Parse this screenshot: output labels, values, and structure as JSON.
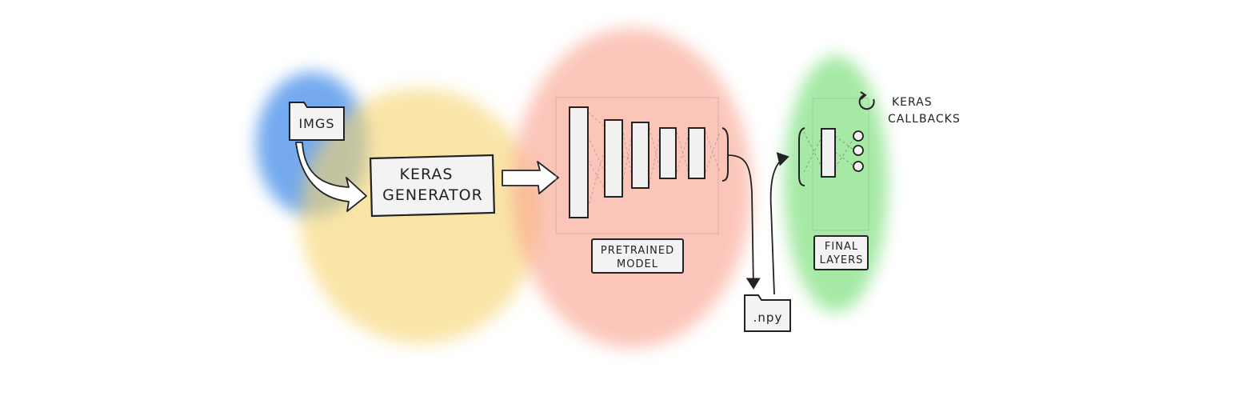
{
  "nodes": {
    "imgs": {
      "label": "IMGS",
      "icon": "folder-icon",
      "color": "#5b9bec"
    },
    "generator": {
      "line1": "KERAS",
      "line2": "GENERATOR",
      "color": "#f6d46e"
    },
    "pretrained": {
      "line1": "PRETRAINED",
      "line2": "MODEL",
      "color": "#f9a08c"
    },
    "npy": {
      "label": ".npy",
      "icon": "folder-icon"
    },
    "final": {
      "line1": "FINAL",
      "line2": "LAYERS",
      "color": "#7fe07f"
    },
    "callbacks": {
      "line1": "KERAS",
      "line2": "CALLBACKS",
      "icon": "refresh-icon"
    }
  },
  "edges": [
    {
      "from": "imgs",
      "to": "generator"
    },
    {
      "from": "generator",
      "to": "pretrained"
    },
    {
      "from": "pretrained",
      "to": "npy"
    },
    {
      "from": "npy",
      "to": "final"
    }
  ]
}
